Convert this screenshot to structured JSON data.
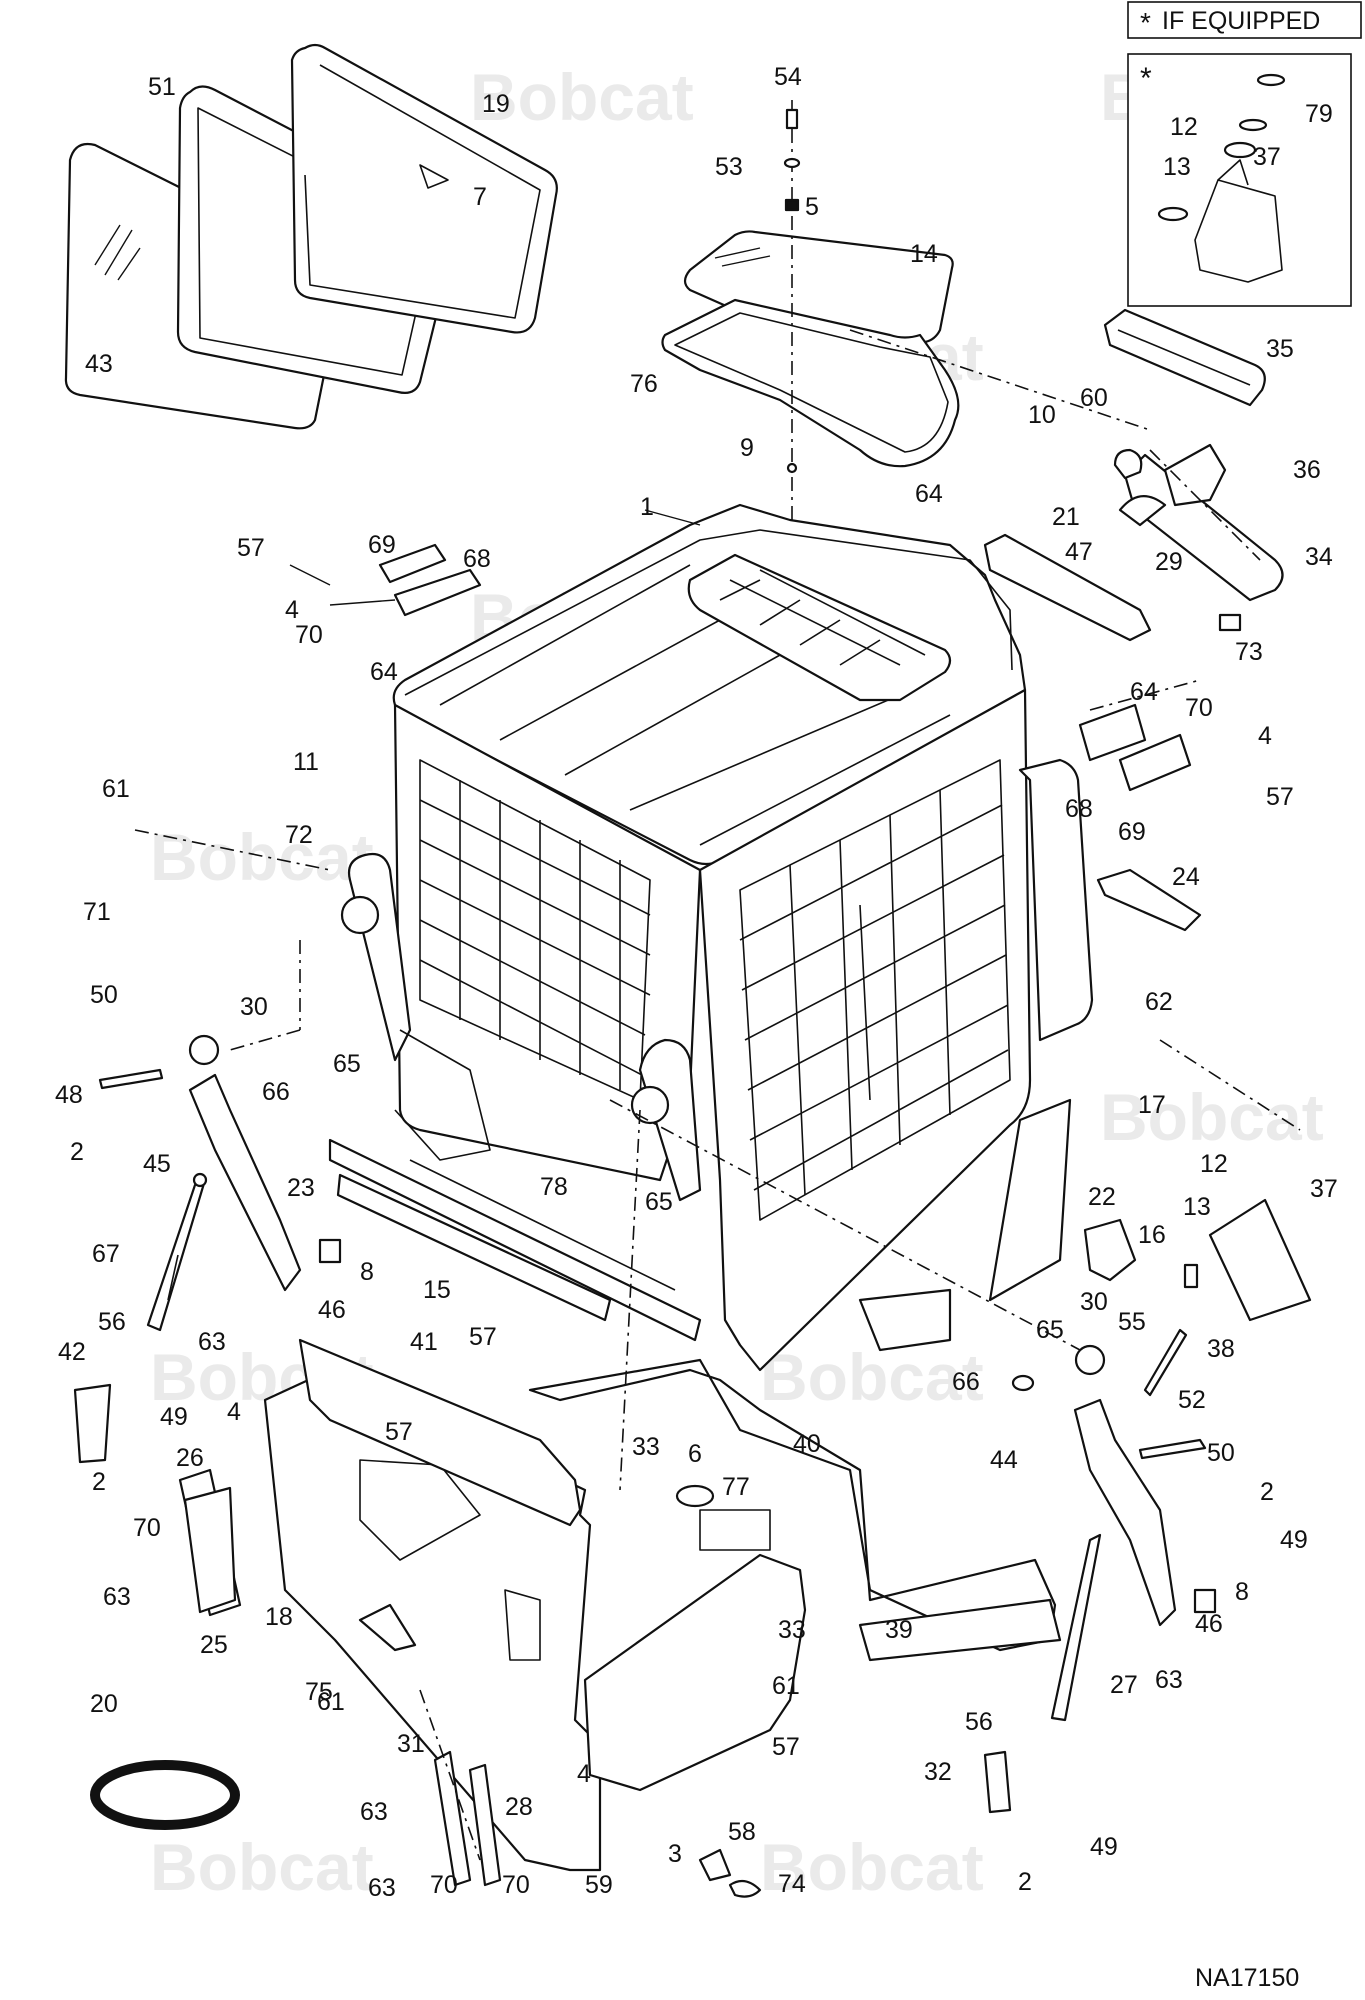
{
  "legend": {
    "symbol": "*",
    "text": "IF EQUIPPED"
  },
  "inset": {
    "symbol": "*"
  },
  "watermark": "Bobcat",
  "drawing_number": "NA17150",
  "callouts": [
    "1",
    "2",
    "3",
    "4",
    "5",
    "6",
    "7",
    "8",
    "9",
    "10",
    "11",
    "12",
    "13",
    "14",
    "15",
    "16",
    "17",
    "18",
    "19",
    "20",
    "21",
    "22",
    "23",
    "24",
    "25",
    "26",
    "27",
    "28",
    "29",
    "30",
    "31",
    "32",
    "33",
    "34",
    "35",
    "36",
    "37",
    "38",
    "39",
    "40",
    "41",
    "42",
    "43",
    "44",
    "45",
    "46",
    "47",
    "48",
    "49",
    "50",
    "51",
    "52",
    "53",
    "54",
    "55",
    "56",
    "57",
    "58",
    "59",
    "60",
    "61",
    "62",
    "63",
    "64",
    "65",
    "66",
    "67",
    "68",
    "69",
    "70",
    "71",
    "72",
    "73",
    "74",
    "75",
    "76",
    "77",
    "78",
    "79"
  ]
}
